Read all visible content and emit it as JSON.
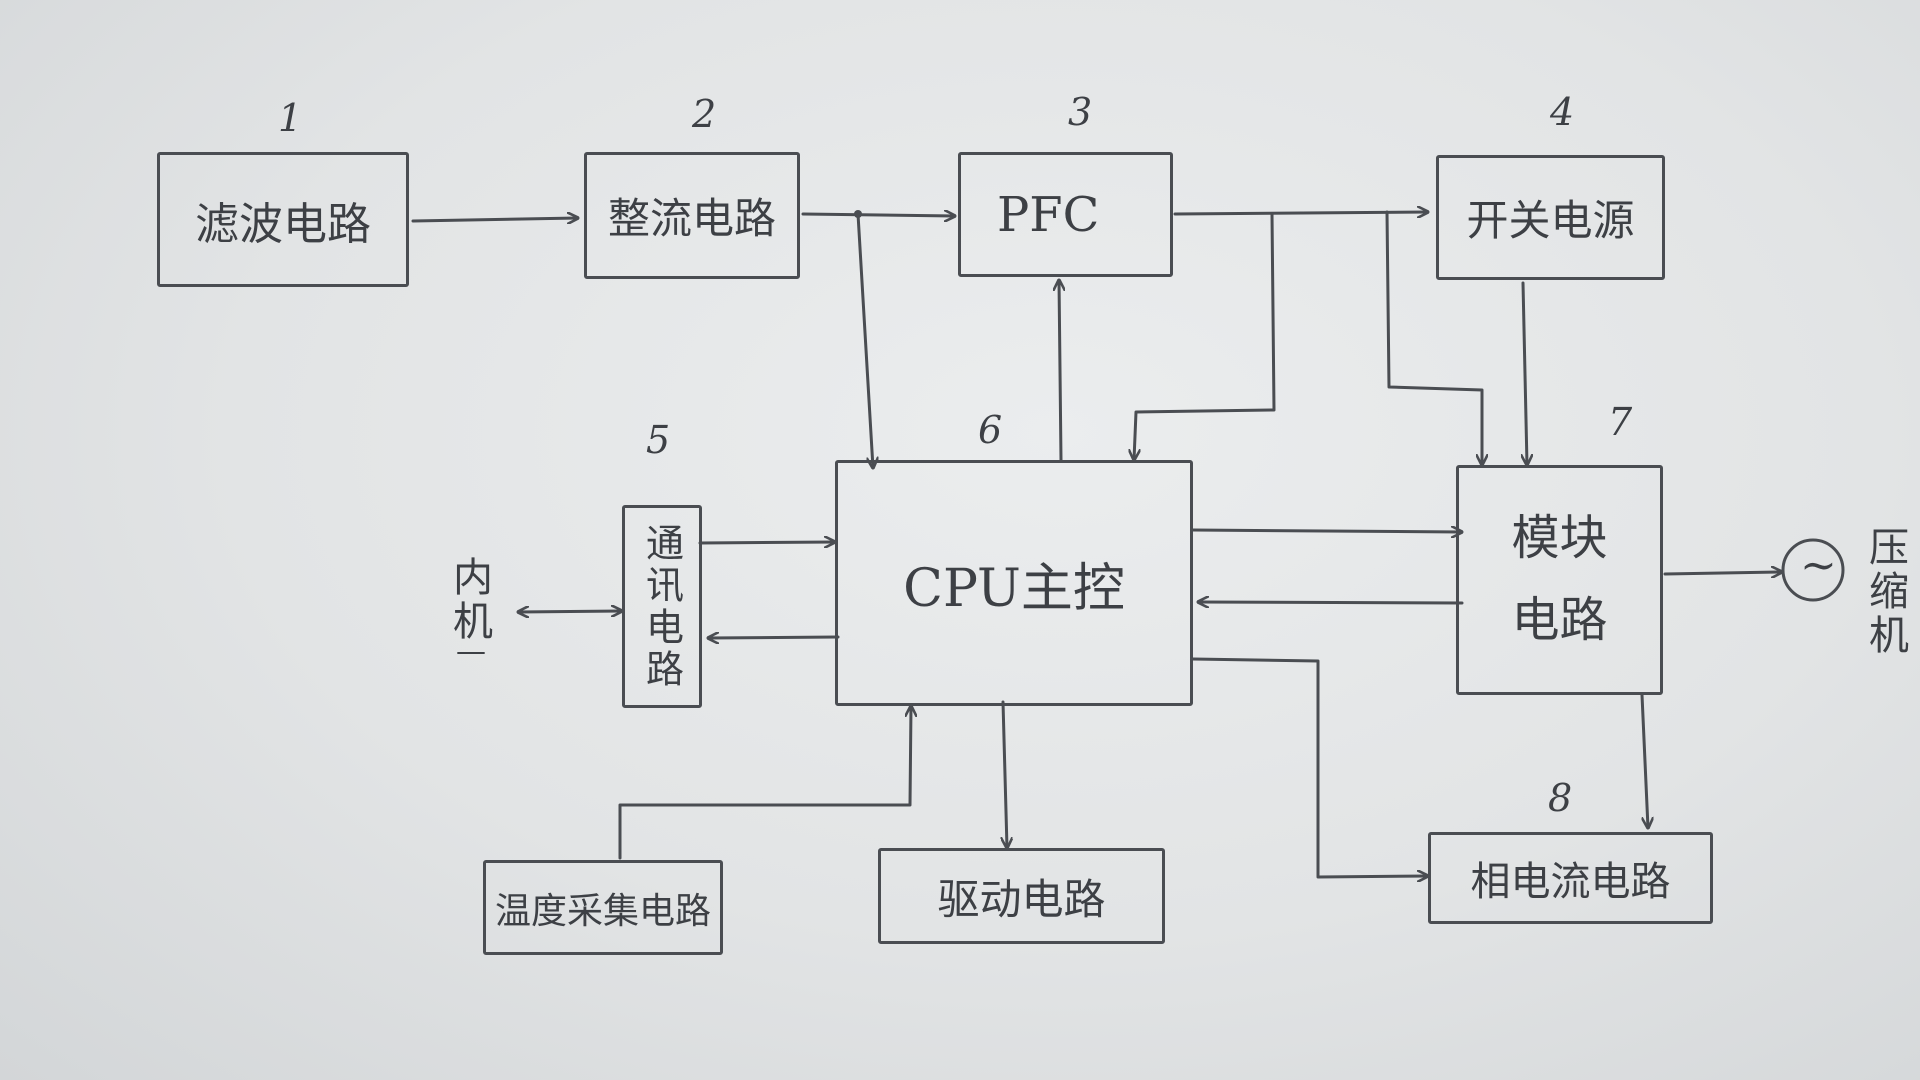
{
  "blocks": {
    "filter": {
      "number": "1",
      "label": "滤波电路"
    },
    "rectifier": {
      "number": "2",
      "label": "整流电路"
    },
    "pfc": {
      "number": "3",
      "label": "PFC"
    },
    "switching": {
      "number": "4",
      "label": "开关电源"
    },
    "comm": {
      "number": "5",
      "label": "通讯电路"
    },
    "cpu": {
      "number": "6",
      "label": "CPU主控"
    },
    "module": {
      "number": "7",
      "label": "模块电路"
    },
    "current": {
      "number": "8",
      "label": "相电流电路"
    },
    "temp": {
      "label": "温度采集电路"
    },
    "drive": {
      "label": "驱动电路"
    }
  },
  "external": {
    "indoor_label": "内机",
    "indoor_mark": "—",
    "compressor_label": "压缩机",
    "compressor_symbol": "~"
  },
  "colors": {
    "ink": "#4a4d52",
    "paper": "#e4e6e7"
  }
}
